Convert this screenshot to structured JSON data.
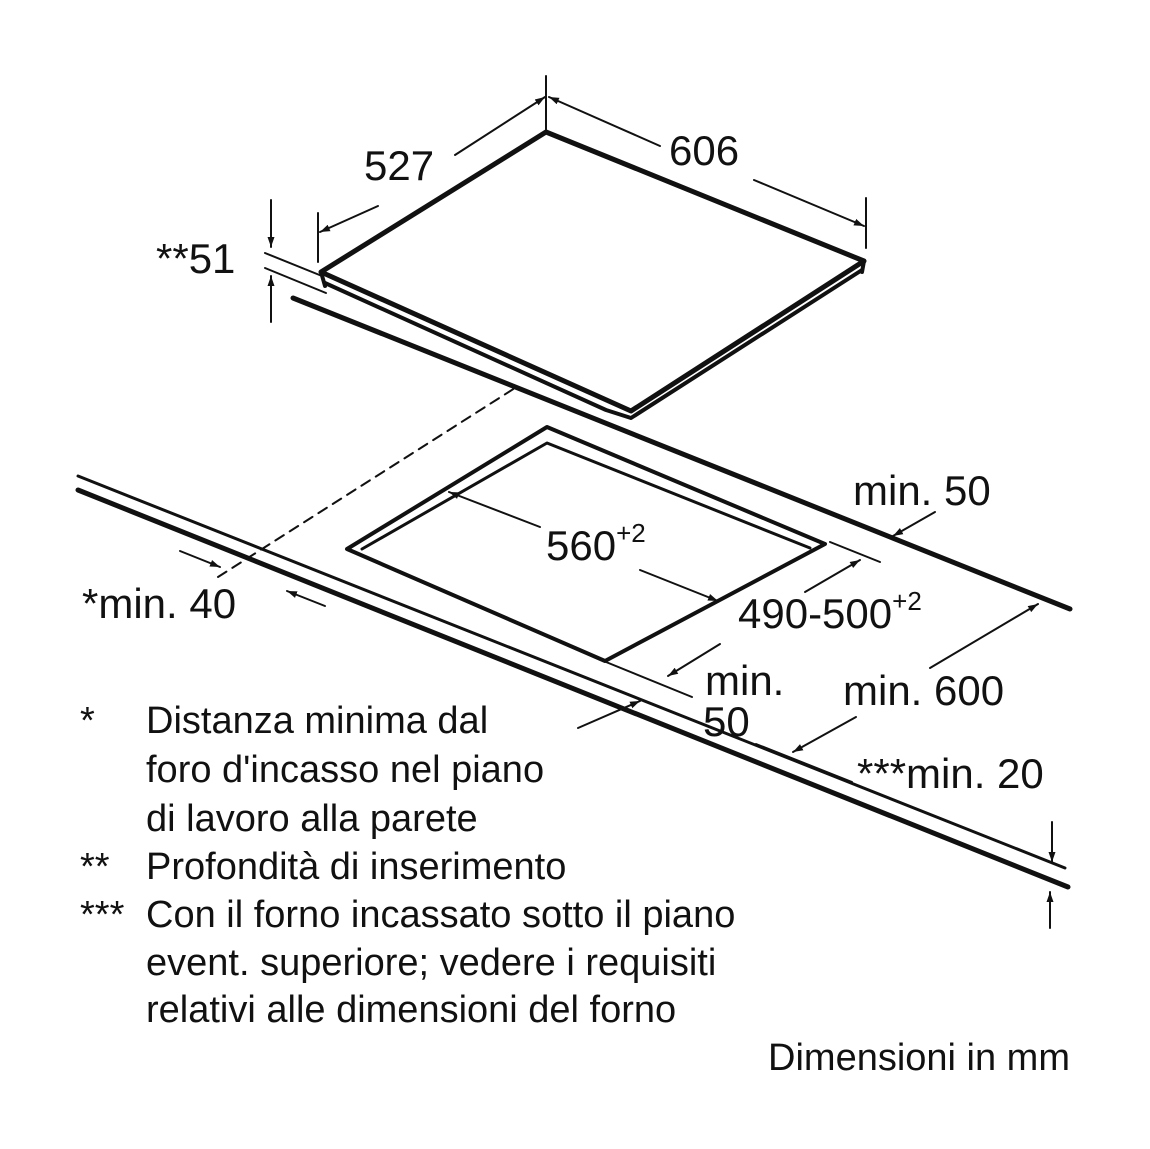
{
  "dimensions": {
    "width": "606",
    "depth": "527",
    "insertion_depth": "**51",
    "cutout_width": "560",
    "cutout_width_tolerance": "+2",
    "cutout_depth": "490-500",
    "cutout_depth_tolerance": "+2",
    "min_50_back": "min. 50",
    "min_40_wall": "*min. 40",
    "min_50_front_a": "min.",
    "min_50_front_b": "50",
    "min_600": "min. 600",
    "min_20_oven": "***min. 20"
  },
  "notes": [
    {
      "marker": "*",
      "lines": [
        "Distanza minima dal",
        "foro d'incasso nel piano",
        "di lavoro alla parete"
      ]
    },
    {
      "marker": "**",
      "lines": [
        "Profondità di inserimento"
      ]
    },
    {
      "marker": "***",
      "lines": [
        "Con il forno incassato sotto il piano",
        "event. superiore; vedere i requisiti",
        "relativi alle dimensioni del forno"
      ]
    }
  ],
  "units_note": "Dimensioni in mm",
  "colors": {
    "ink": "#111111",
    "background": "#ffffff"
  }
}
